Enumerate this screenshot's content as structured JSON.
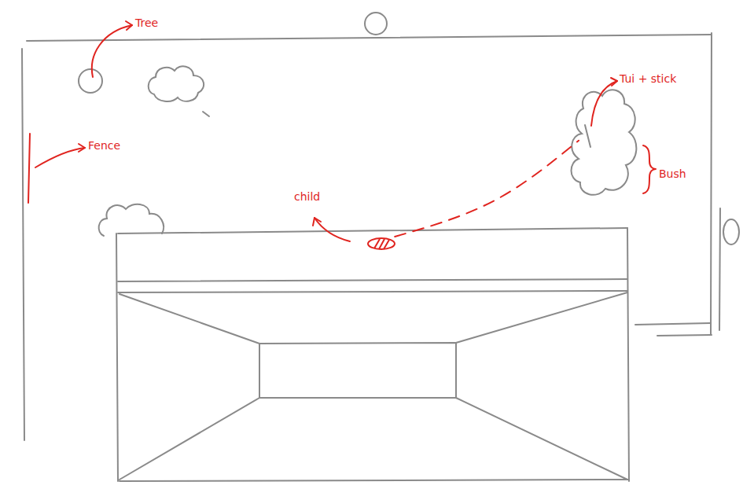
{
  "diagram": {
    "nodes": [
      {
        "text": [
          "child"
        ]
      },
      {
        "text": [
          "Tui + stick"
        ]
      }
    ],
    "edges": [
      {
        "from": 0,
        "to": 1,
        "arrow": "none"
      }
    ],
    "labels": [
      "Tree",
      "Fence",
      "Bush"
    ]
  }
}
